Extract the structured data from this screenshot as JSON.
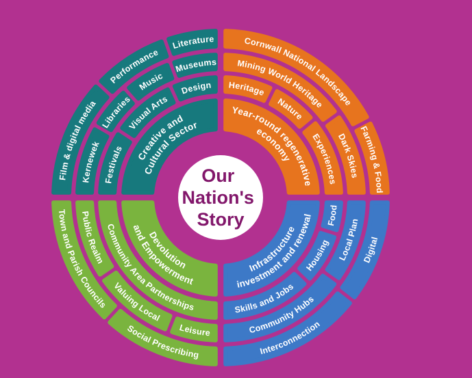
{
  "diagram": {
    "center": {
      "lines": [
        "Our",
        "Nation's",
        "Story"
      ]
    },
    "colors": {
      "background": "#b23190",
      "center_circle": "#ffffff",
      "title_text": "#82176b",
      "label_text": "#ffffff",
      "teal": "#17797d",
      "orange": "#e7741e",
      "green": "#7ab43e",
      "blue": "#3d79c7"
    },
    "sections": [
      {
        "id": "creative-cultural-sector",
        "color_key": "teal",
        "quadrant": "top-left",
        "orientation": "top",
        "angles": [
          270,
          360
        ],
        "core_label": {
          "lines": [
            "Creative and",
            "Cultural Sector"
          ]
        },
        "rings": [
          {
            "segments": [
              {
                "label": "Festivals",
                "start": 270,
                "end": 303.5
              },
              {
                "label": "Visual Arts",
                "start": 303.5,
                "end": 335.8
              },
              {
                "label": "Design",
                "start": 335.8,
                "end": 360
              }
            ]
          },
          {
            "segments": [
              {
                "label": "Kernewek",
                "start": 270,
                "end": 300
              },
              {
                "label": "Libraries",
                "start": 300,
                "end": 318.7
              },
              {
                "label": "Music",
                "start": 318.7,
                "end": 339.6
              },
              {
                "label": "Museums",
                "start": 339.6,
                "end": 360
              }
            ]
          },
          {
            "segments": [
              {
                "label": "Film & digital media",
                "start": 270,
                "end": 313
              },
              {
                "label": "Performance",
                "start": 313,
                "end": 340.6
              },
              {
                "label": "Literature",
                "start": 340.6,
                "end": 360
              }
            ]
          }
        ]
      },
      {
        "id": "year-round-regenerative-economy",
        "color_key": "orange",
        "quadrant": "top-right",
        "orientation": "top",
        "angles": [
          0,
          90
        ],
        "core_label": {
          "lines": [
            "Year-round regenerative",
            "economy"
          ]
        },
        "rings": [
          {
            "segments": [
              {
                "label": "Heritage",
                "start": 0,
                "end": 26.1
              },
              {
                "label": "Nature",
                "start": 26.1,
                "end": 50.1
              },
              {
                "label": "Experiences",
                "start": 50.1,
                "end": 90
              }
            ]
          },
          {
            "segments": [
              {
                "label": "Mining World Heritage",
                "start": 0,
                "end": 54.4
              },
              {
                "label": "Dark Skies",
                "start": 54.4,
                "end": 90
              }
            ]
          },
          {
            "segments": [
              {
                "label": "Cornwall National Landscape",
                "start": 0,
                "end": 62.4
              },
              {
                "label": "Farming & Food",
                "start": 62.4,
                "end": 90
              }
            ]
          }
        ]
      },
      {
        "id": "infrastructure-investment-and-renewal",
        "color_key": "blue",
        "quadrant": "bottom-right",
        "orientation": "bottom",
        "angles": [
          90,
          180
        ],
        "core_label": {
          "lines": [
            "Infrastructure",
            "investment and renewal"
          ]
        },
        "rings": [
          {
            "segments": [
              {
                "label": "Food",
                "start": 90,
                "end": 107.5
              },
              {
                "label": "Housing",
                "start": 107.5,
                "end": 134.1
              },
              {
                "label": "Skills and Jobs",
                "start": 134.1,
                "end": 180
              }
            ]
          },
          {
            "segments": [
              {
                "label": "Local Plan",
                "start": 90,
                "end": 125.8
              },
              {
                "label": "Community Hubs",
                "start": 125.8,
                "end": 180
              }
            ]
          },
          {
            "segments": [
              {
                "label": "Digital",
                "start": 90,
                "end": 128
              },
              {
                "label": "Interconnection",
                "start": 128,
                "end": 180
              }
            ]
          }
        ]
      },
      {
        "id": "devolution-and-empowerment",
        "color_key": "green",
        "quadrant": "bottom-left",
        "orientation": "bottom",
        "angles": [
          180,
          270
        ],
        "core_label": {
          "lines": [
            "Devolution",
            "and Empowerment"
          ]
        },
        "rings": [
          {
            "segments": [
              {
                "label": "Community Area Partnerships",
                "start": 180,
                "end": 270
              }
            ]
          },
          {
            "segments": [
              {
                "label": "Leisure",
                "start": 180,
                "end": 201.3
              },
              {
                "label": "Valuing Local",
                "start": 201.3,
                "end": 235.9
              },
              {
                "label": "Public Realm",
                "start": 235.9,
                "end": 270
              }
            ]
          },
          {
            "segments": [
              {
                "label": "Social Prescribing",
                "start": 180,
                "end": 222.8
              },
              {
                "label": "Town and Parish Councils",
                "start": 222.8,
                "end": 270
              }
            ]
          }
        ]
      }
    ]
  }
}
